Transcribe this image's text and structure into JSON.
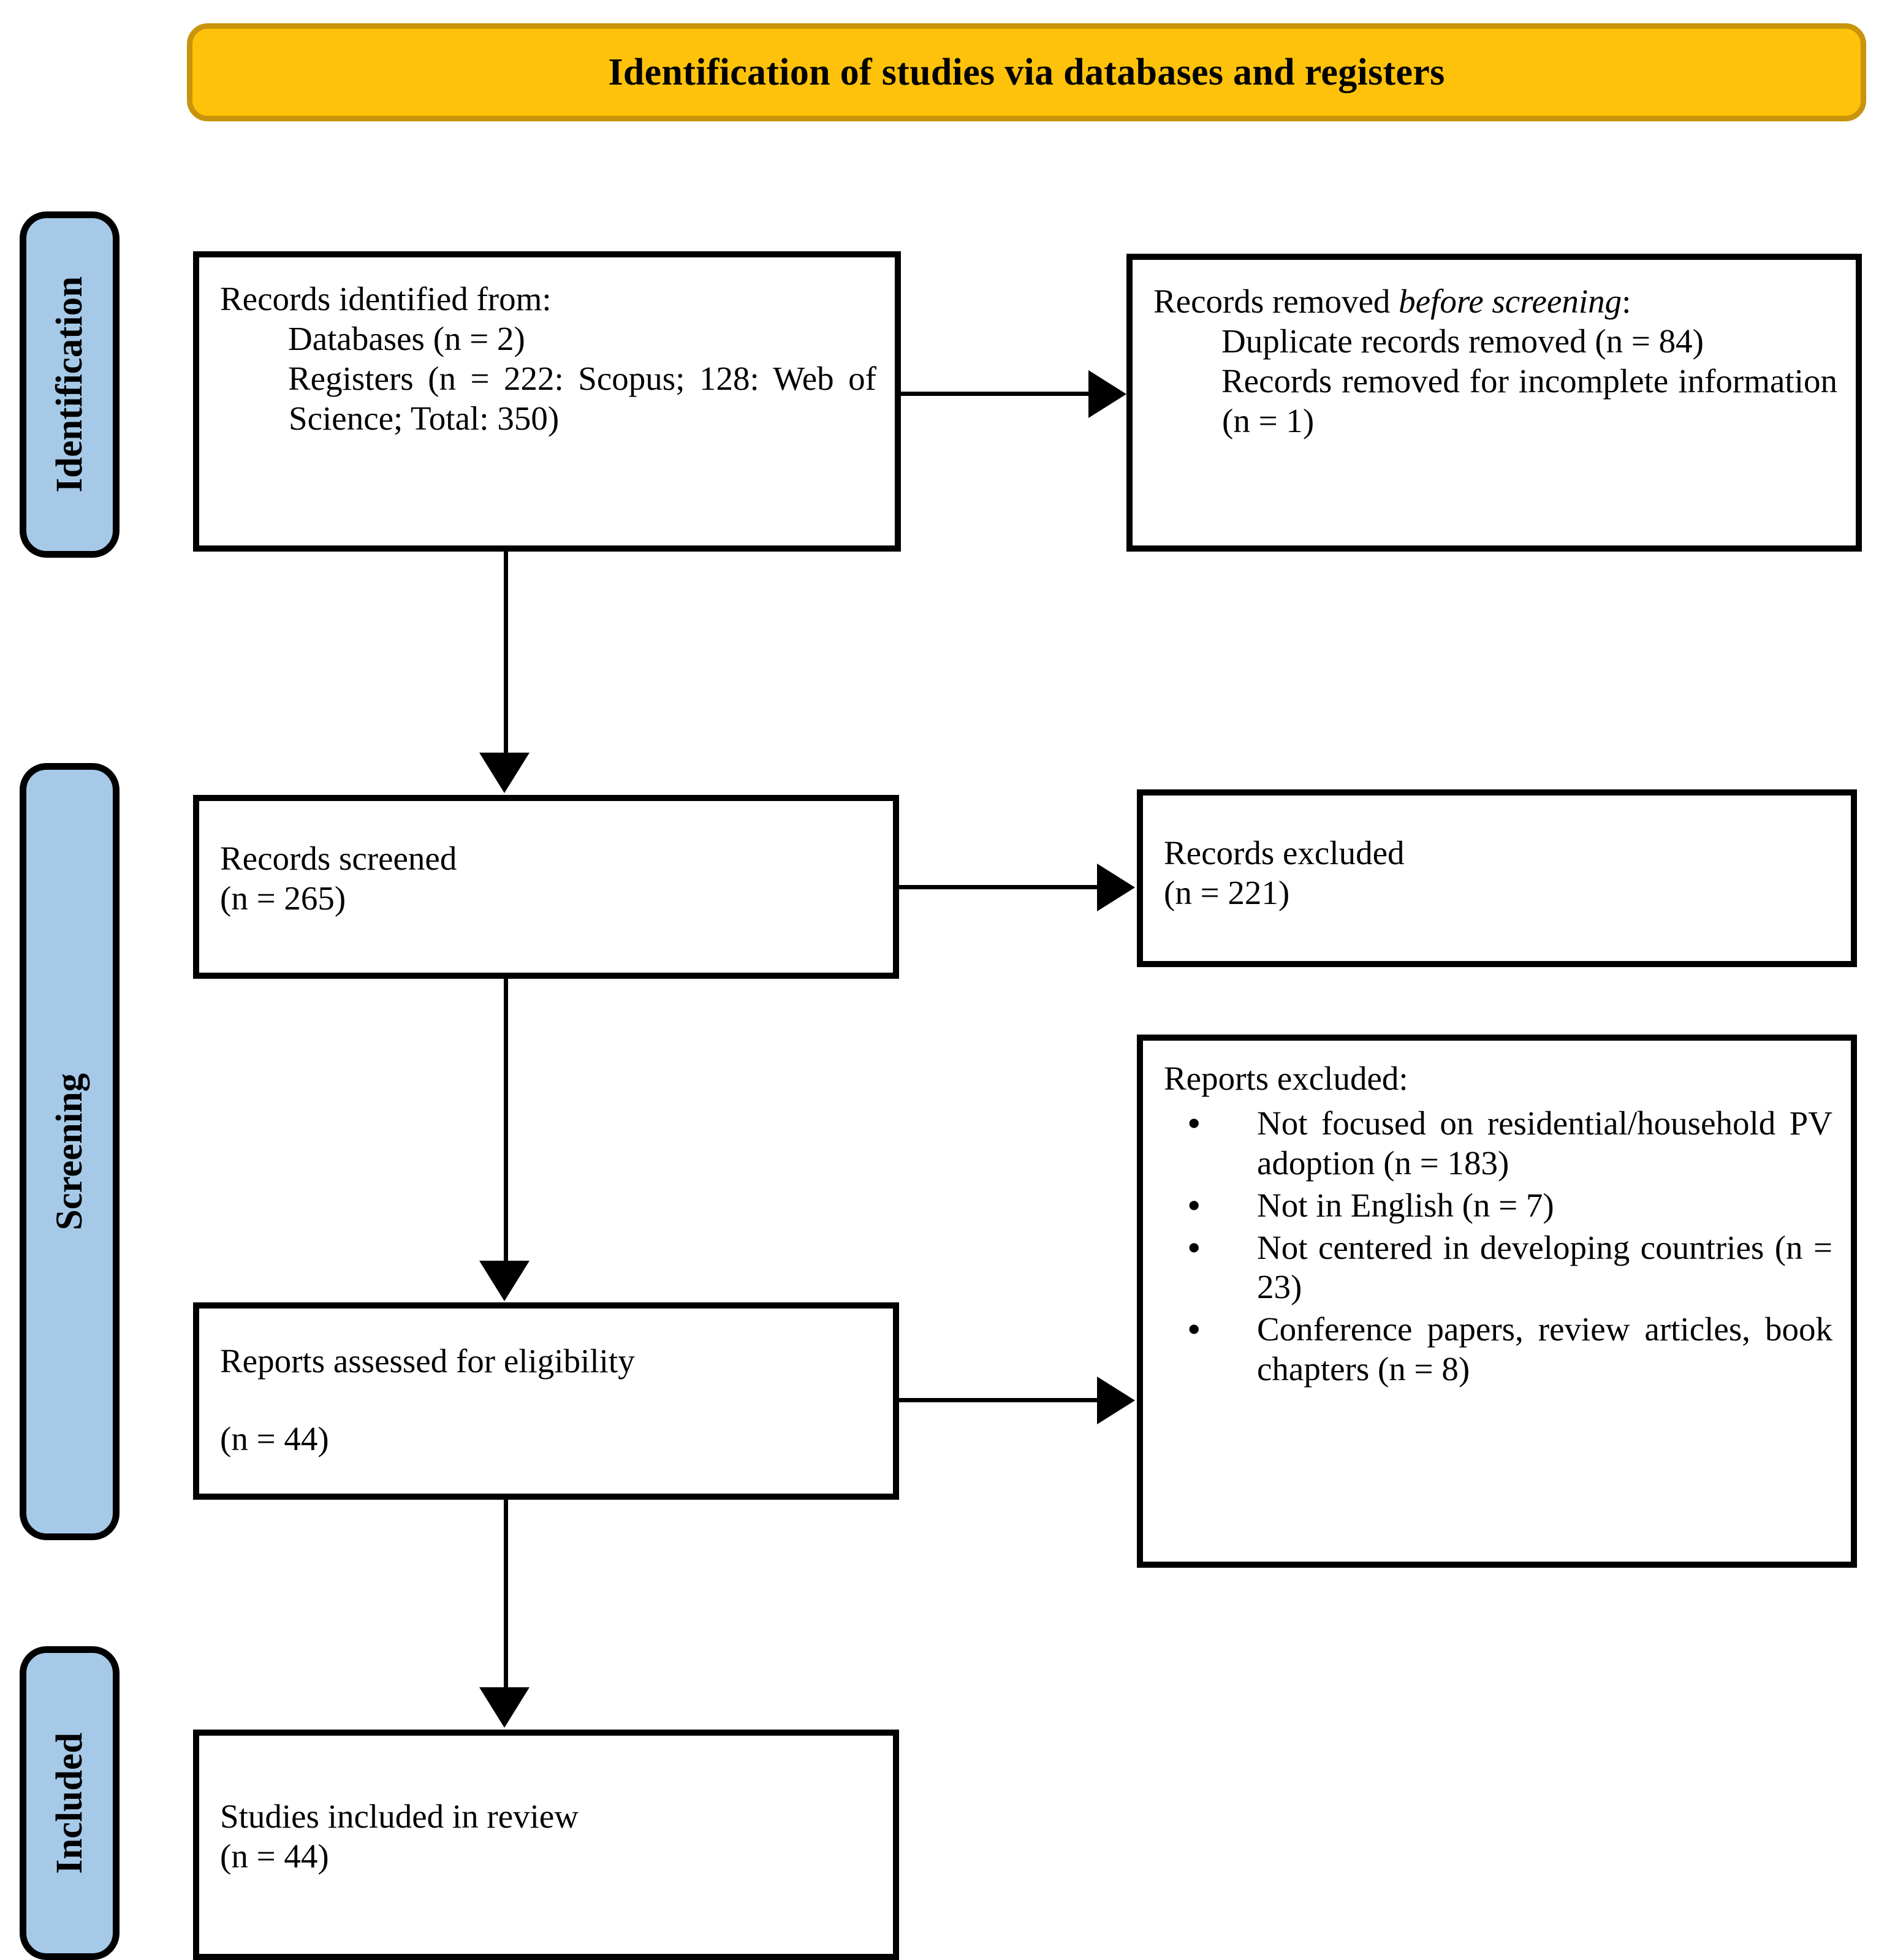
{
  "title": {
    "text": "Identification of studies via databases and registers",
    "fill_color": "#FFC20A",
    "border_color": "#C8940B"
  },
  "stages": {
    "identification": "Identification",
    "screening": "Screening",
    "included": "Included",
    "fill_color": "#A6C9E8"
  },
  "boxes": {
    "identified": {
      "line1": "Records identified from:",
      "line2": "Databases (n = 2)",
      "line3": "Registers (n = 222: Scopus; 128: Web of Science; Total: 350)"
    },
    "removed": {
      "lead_plain": "Records removed ",
      "lead_italic": "before screening",
      "lead_colon": ":",
      "item1": "Duplicate records removed (n = 84)",
      "item2": "Records removed for incomplete information (n = 1)"
    },
    "screened": {
      "line1": "Records screened",
      "line2": "(n = 265)"
    },
    "records_excluded": {
      "line1": "Records excluded",
      "line2": "(n = 221)"
    },
    "assessed": {
      "line1": "Reports assessed for eligibility",
      "line2": "(n = 44)"
    },
    "reports_excluded": {
      "heading": "Reports excluded:",
      "bullets": [
        "Not focused on residential/household PV adoption (n = 183)",
        "Not in English (n = 7)",
        "Not centered in developing countries (n = 23)",
        "Conference papers, review articles, book chapters (n = 8)"
      ]
    },
    "included": {
      "line1": "Studies included in review",
      "line2": "(n = 44)"
    }
  },
  "counts": {
    "databases": 2,
    "registers_total": 222,
    "scopus": 222,
    "web_of_science": 128,
    "registers_sum": 350,
    "duplicates_removed": 84,
    "incomplete_removed": 1,
    "records_screened": 265,
    "records_excluded": 221,
    "reports_assessed": 44,
    "excl_not_residential": 183,
    "excl_not_english": 7,
    "excl_not_developing": 23,
    "excl_conference": 8,
    "studies_included": 44
  }
}
